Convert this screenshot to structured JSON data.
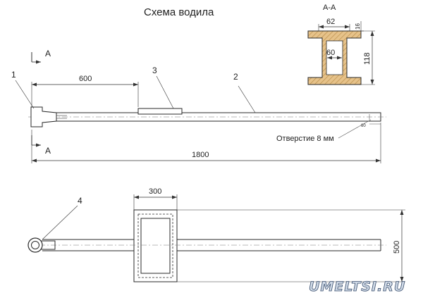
{
  "title": "Схема водила",
  "section": {
    "label": "A-A",
    "dim_top": "62",
    "dim_inner": "60",
    "dim_height": "118",
    "dim_flange": "16"
  },
  "top_view": {
    "cut_label_top": "A",
    "cut_label_bottom": "A",
    "dim_600": "600",
    "dim_1800": "1800",
    "hole_note": "Отверстие 8 мм",
    "hole_small": "60",
    "callouts": [
      "1",
      "2",
      "3"
    ]
  },
  "bottom_view": {
    "dim_300": "300",
    "dim_500": "500",
    "callout": "4"
  },
  "watermark": "UMELTSI.RU",
  "colors": {
    "line": "#2a2a2a",
    "hatch": "#d9b57e",
    "thin": "#555555"
  }
}
